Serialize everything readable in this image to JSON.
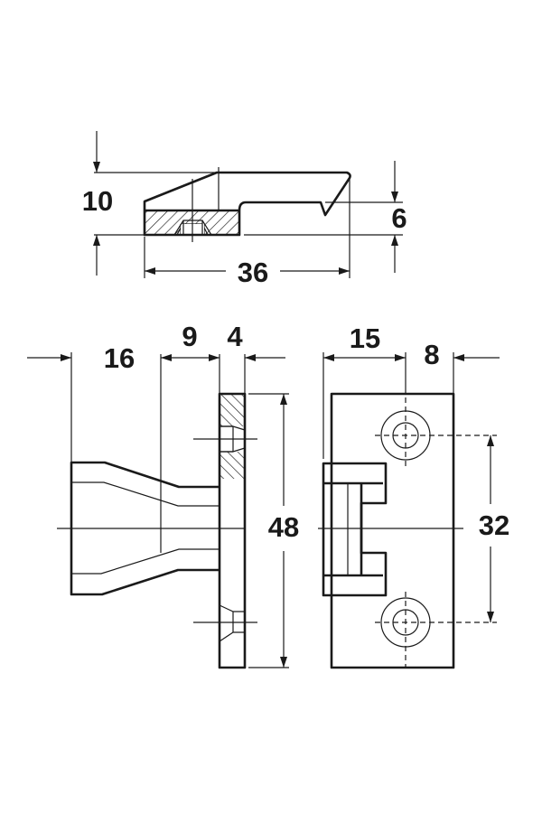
{
  "drawing": {
    "top_view": {
      "dimensions": {
        "overall_height": "10",
        "ledge_height": "6",
        "length": "36"
      }
    },
    "side_view": {
      "dimensions": {
        "knob_depth": "16",
        "neck_depth": "9",
        "plate_thickness": "4",
        "plate_height": "48"
      }
    },
    "front_view": {
      "dimensions": {
        "clip_offset": "15",
        "hole_edge": "8",
        "hole_spacing": "32"
      }
    },
    "colors": {
      "line": "#1a1a1a",
      "background": "#ffffff"
    }
  }
}
